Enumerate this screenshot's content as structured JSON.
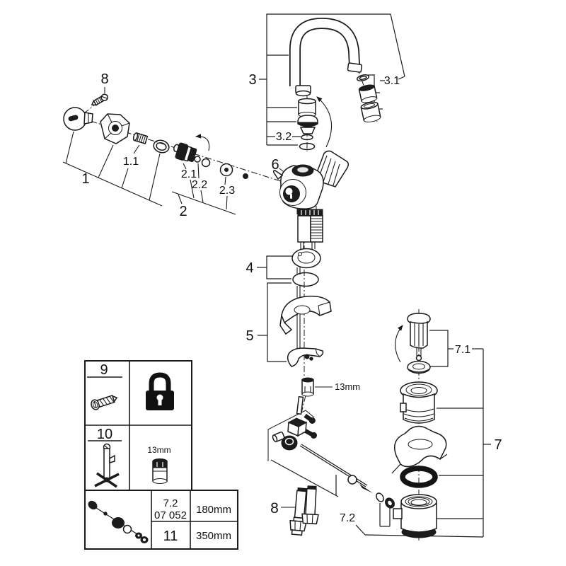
{
  "diagram": {
    "background": "#ffffff",
    "line_color": "#1a1a1a",
    "callouts": {
      "top_screw": "8",
      "handle_group": "1",
      "handle_adapter": "1.1",
      "cartridge_group": "2",
      "cartridge": "2.1",
      "cartridge_ring": "2.2",
      "cartridge_washer": "2.3",
      "spout_group": "3",
      "aerator_group": "3.1",
      "spout_seals": "3.2",
      "escutcheon_group": "4",
      "fixing_group": "5",
      "body": "6",
      "drain_group": "7",
      "popup_plug": "7.1",
      "popup_rod": "7.2",
      "hose_group": "8",
      "wrench_size": "13mm"
    },
    "legend_box": {
      "item_screw": "9",
      "item_tool": "10",
      "socket_size": "13mm",
      "rod_ref": "7.2",
      "rod_code": "07 052",
      "rod_length_short": "180mm",
      "item_rod": "11",
      "rod_length_long": "350mm"
    }
  }
}
